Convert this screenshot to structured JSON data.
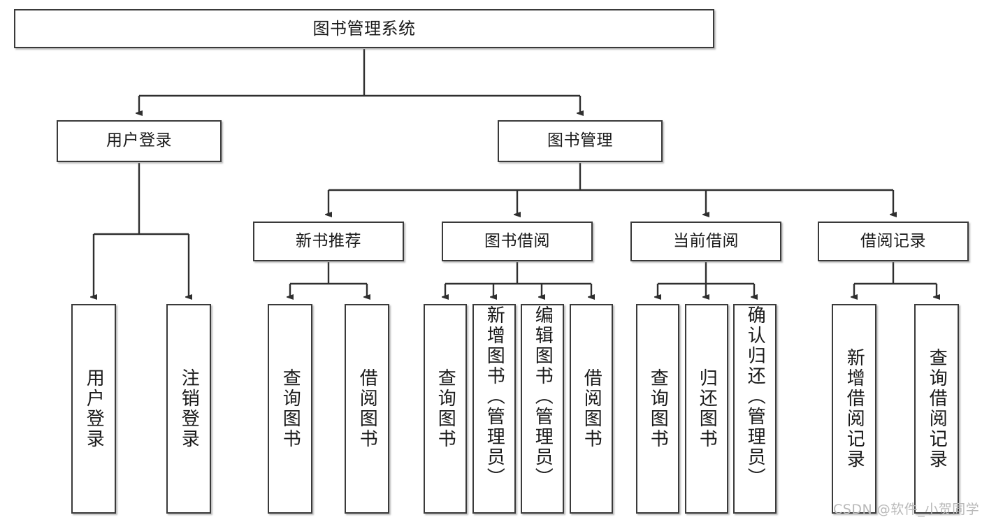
{
  "diagram": {
    "title": "图书管理系统",
    "type": "hierarchy-tree",
    "stroke_color": "#3a3a3a",
    "background_color": "#ffffff",
    "text_color": "#1a1a1a"
  },
  "nodes": {
    "root": {
      "label": "图书管理系统"
    },
    "tier2": [
      {
        "label": "用户登录"
      },
      {
        "label": "图书管理"
      }
    ],
    "tier3": [
      {
        "label": "新书推荐"
      },
      {
        "label": "图书借阅"
      },
      {
        "label": "当前借阅"
      },
      {
        "label": "借阅记录"
      }
    ],
    "leaves": {
      "user_login": [
        {
          "label": "用户登录"
        },
        {
          "label": "注销登录"
        }
      ],
      "new_book": [
        {
          "label": "查询图书"
        },
        {
          "label": "借阅图书"
        }
      ],
      "book_borrow": [
        {
          "label": "查询图书"
        },
        {
          "label": "新增图书（管理员）"
        },
        {
          "label": "编辑图书（管理员）"
        },
        {
          "label": "借阅图书"
        }
      ],
      "current_borrow": [
        {
          "label": "查询图书"
        },
        {
          "label": "归还图书"
        },
        {
          "label": "确认归还（管理员）"
        }
      ],
      "borrow_record": [
        {
          "label": "新增借阅记录"
        },
        {
          "label": "查询借阅记录"
        }
      ]
    }
  },
  "watermark": {
    "text": "CSDN @软件_小贺同学"
  }
}
